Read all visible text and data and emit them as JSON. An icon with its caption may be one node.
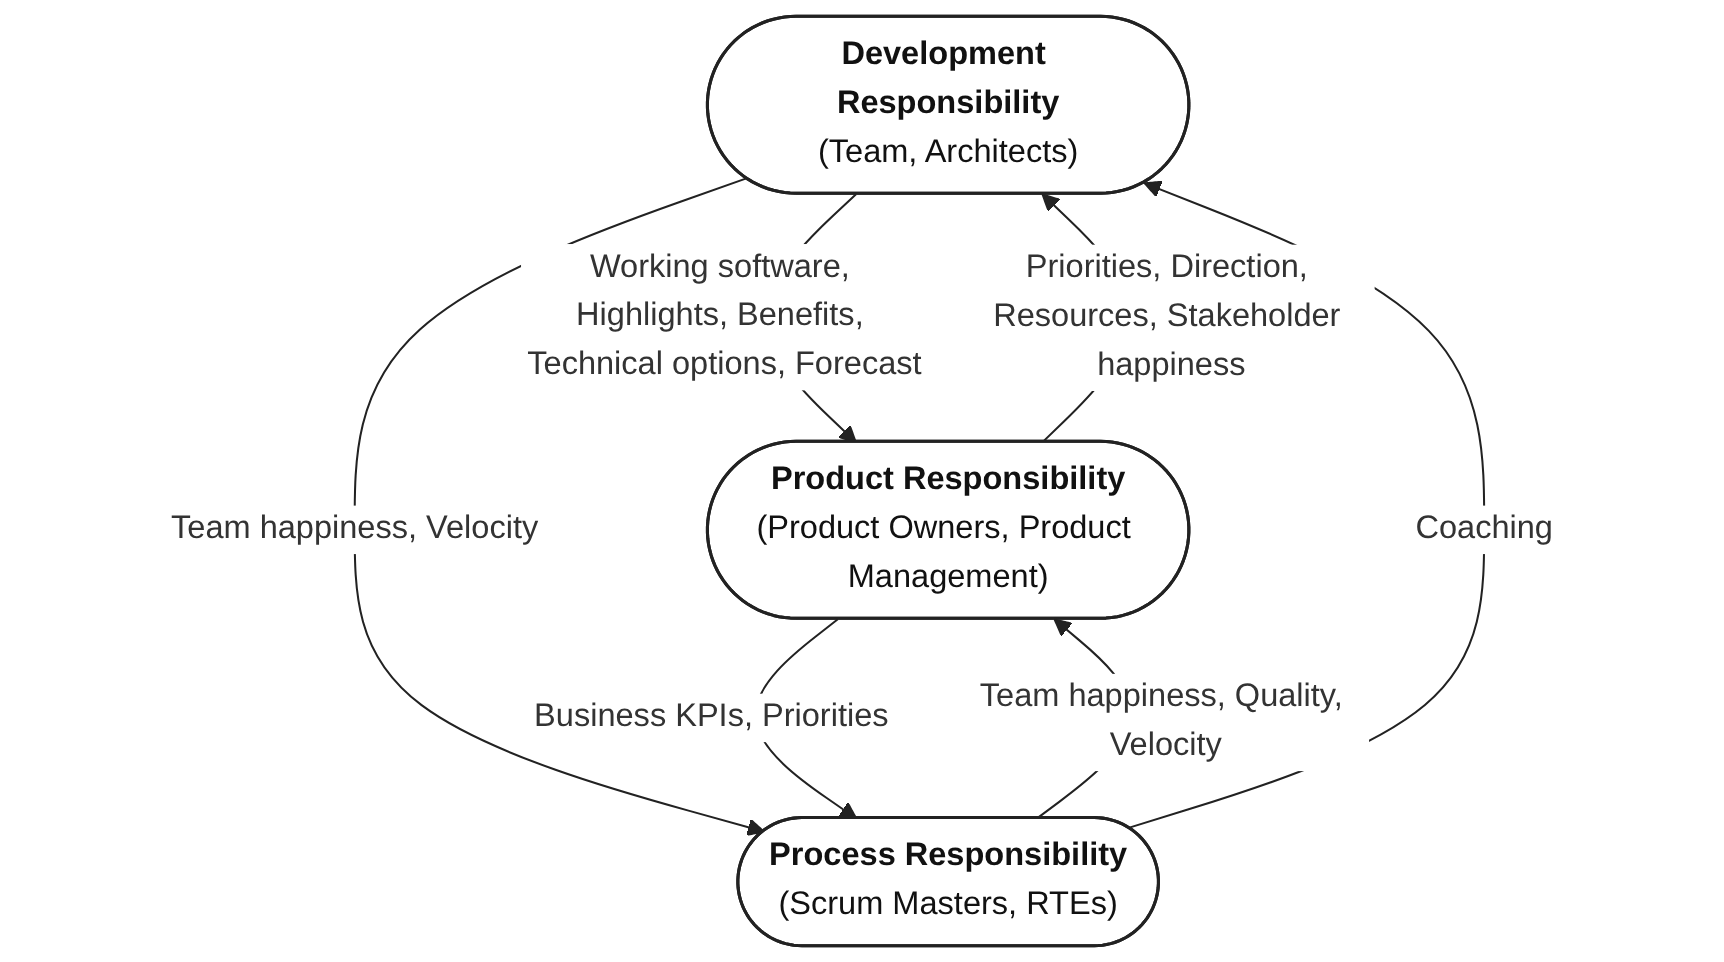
{
  "diagram": {
    "nodes": [
      {
        "text": [
          "Development Responsibility",
          "(Team, Architects)"
        ]
      },
      {
        "text": [
          "Product Responsibility",
          "(Product Owners, Product Management)"
        ]
      },
      {
        "text": [
          "Process Responsibility",
          "(Scrum Masters, RTEs)"
        ]
      }
    ],
    "edges": [
      {
        "from": 0,
        "to": 1,
        "arrow": "to",
        "label": "Working software, Highlights, Benefits, Technical options, Forecast"
      },
      {
        "from": 1,
        "to": 0,
        "arrow": "to",
        "label": "Priorities, Direction, Resources, Stakeholder happiness"
      },
      {
        "from": 0,
        "to": 2,
        "arrow": "to",
        "label": "Team happiness, Velocity"
      },
      {
        "from": 2,
        "to": 1,
        "arrow": "to",
        "label": "Team happiness, Quality, Velocity"
      },
      {
        "from": 1,
        "to": 2,
        "arrow": "to",
        "label": "Business KPIs, Priorities"
      },
      {
        "from": 2,
        "to": 0,
        "arrow": "to",
        "label": "Coaching"
      }
    ]
  }
}
